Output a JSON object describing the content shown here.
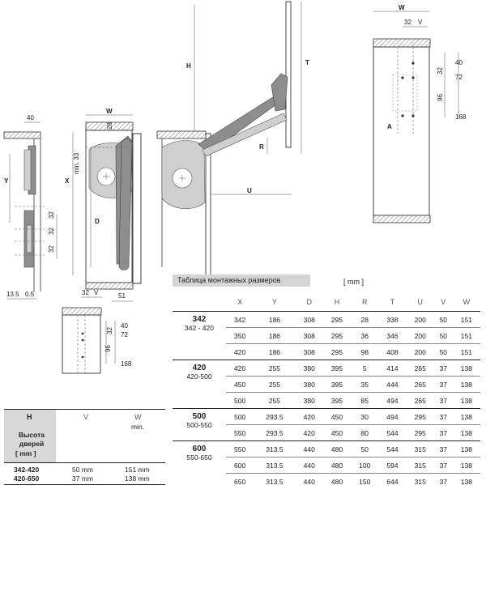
{
  "diagram": {
    "labels": {
      "x": "X",
      "y": "Y",
      "d": "D",
      "w": "W",
      "h": "H",
      "t": "T",
      "u": "U",
      "r": "R",
      "v": "V",
      "a": "A",
      "dim40": "40",
      "dim28": "28",
      "dim32": "32",
      "dim72": "72",
      "dim96": "96",
      "dim168": "168",
      "dim51": "51",
      "dim13_5": "13.5",
      "dim05": "0.5",
      "min33": "min. 33"
    }
  },
  "mounting_table": {
    "title": "Таблица монтажных размеров",
    "unit": "[ mm ]",
    "columns": [
      "X",
      "Y",
      "D",
      "H",
      "R",
      "T",
      "U",
      "V",
      "W"
    ],
    "groups": [
      {
        "label": "342",
        "range": "342 - 420",
        "rows": [
          [
            "342",
            "186",
            "308",
            "295",
            "28",
            "338",
            "200",
            "50",
            "151"
          ],
          [
            "350",
            "186",
            "308",
            "295",
            "36",
            "346",
            "200",
            "50",
            "151"
          ],
          [
            "420",
            "186",
            "308",
            "295",
            "98",
            "408",
            "200",
            "50",
            "151"
          ]
        ]
      },
      {
        "label": "420",
        "range": "420-500",
        "rows": [
          [
            "420",
            "255",
            "380",
            "395",
            "5",
            "414",
            "265",
            "37",
            "138"
          ],
          [
            "450",
            "255",
            "380",
            "395",
            "35",
            "444",
            "265",
            "37",
            "138"
          ],
          [
            "500",
            "255",
            "380",
            "395",
            "85",
            "494",
            "265",
            "37",
            "138"
          ]
        ]
      },
      {
        "label": "500",
        "range": "500-550",
        "rows": [
          [
            "500",
            "293.5",
            "420",
            "450",
            "30",
            "494",
            "295",
            "37",
            "138"
          ],
          [
            "550",
            "293.5",
            "420",
            "450",
            "80",
            "544",
            "295",
            "37",
            "138"
          ]
        ]
      },
      {
        "label": "600",
        "range": "550-650",
        "rows": [
          [
            "550",
            "313.5",
            "440",
            "480",
            "50",
            "544",
            "315",
            "37",
            "138"
          ],
          [
            "600",
            "313.5",
            "440",
            "480",
            "100",
            "594",
            "315",
            "37",
            "138"
          ],
          [
            "650",
            "313.5",
            "440",
            "480",
            "150",
            "644",
            "315",
            "37",
            "138"
          ]
        ]
      }
    ]
  },
  "door_table": {
    "h_label": "H",
    "h_desc": "Высота дверей",
    "h_unit": "[ mm ]",
    "v_label": "V",
    "w_label": "W",
    "w_sub": "min.",
    "rows": [
      {
        "h": "342-420",
        "v": "50 mm",
        "w": "151 mm"
      },
      {
        "h": "420-650",
        "v": "37 mm",
        "w": "138 mm"
      }
    ]
  }
}
